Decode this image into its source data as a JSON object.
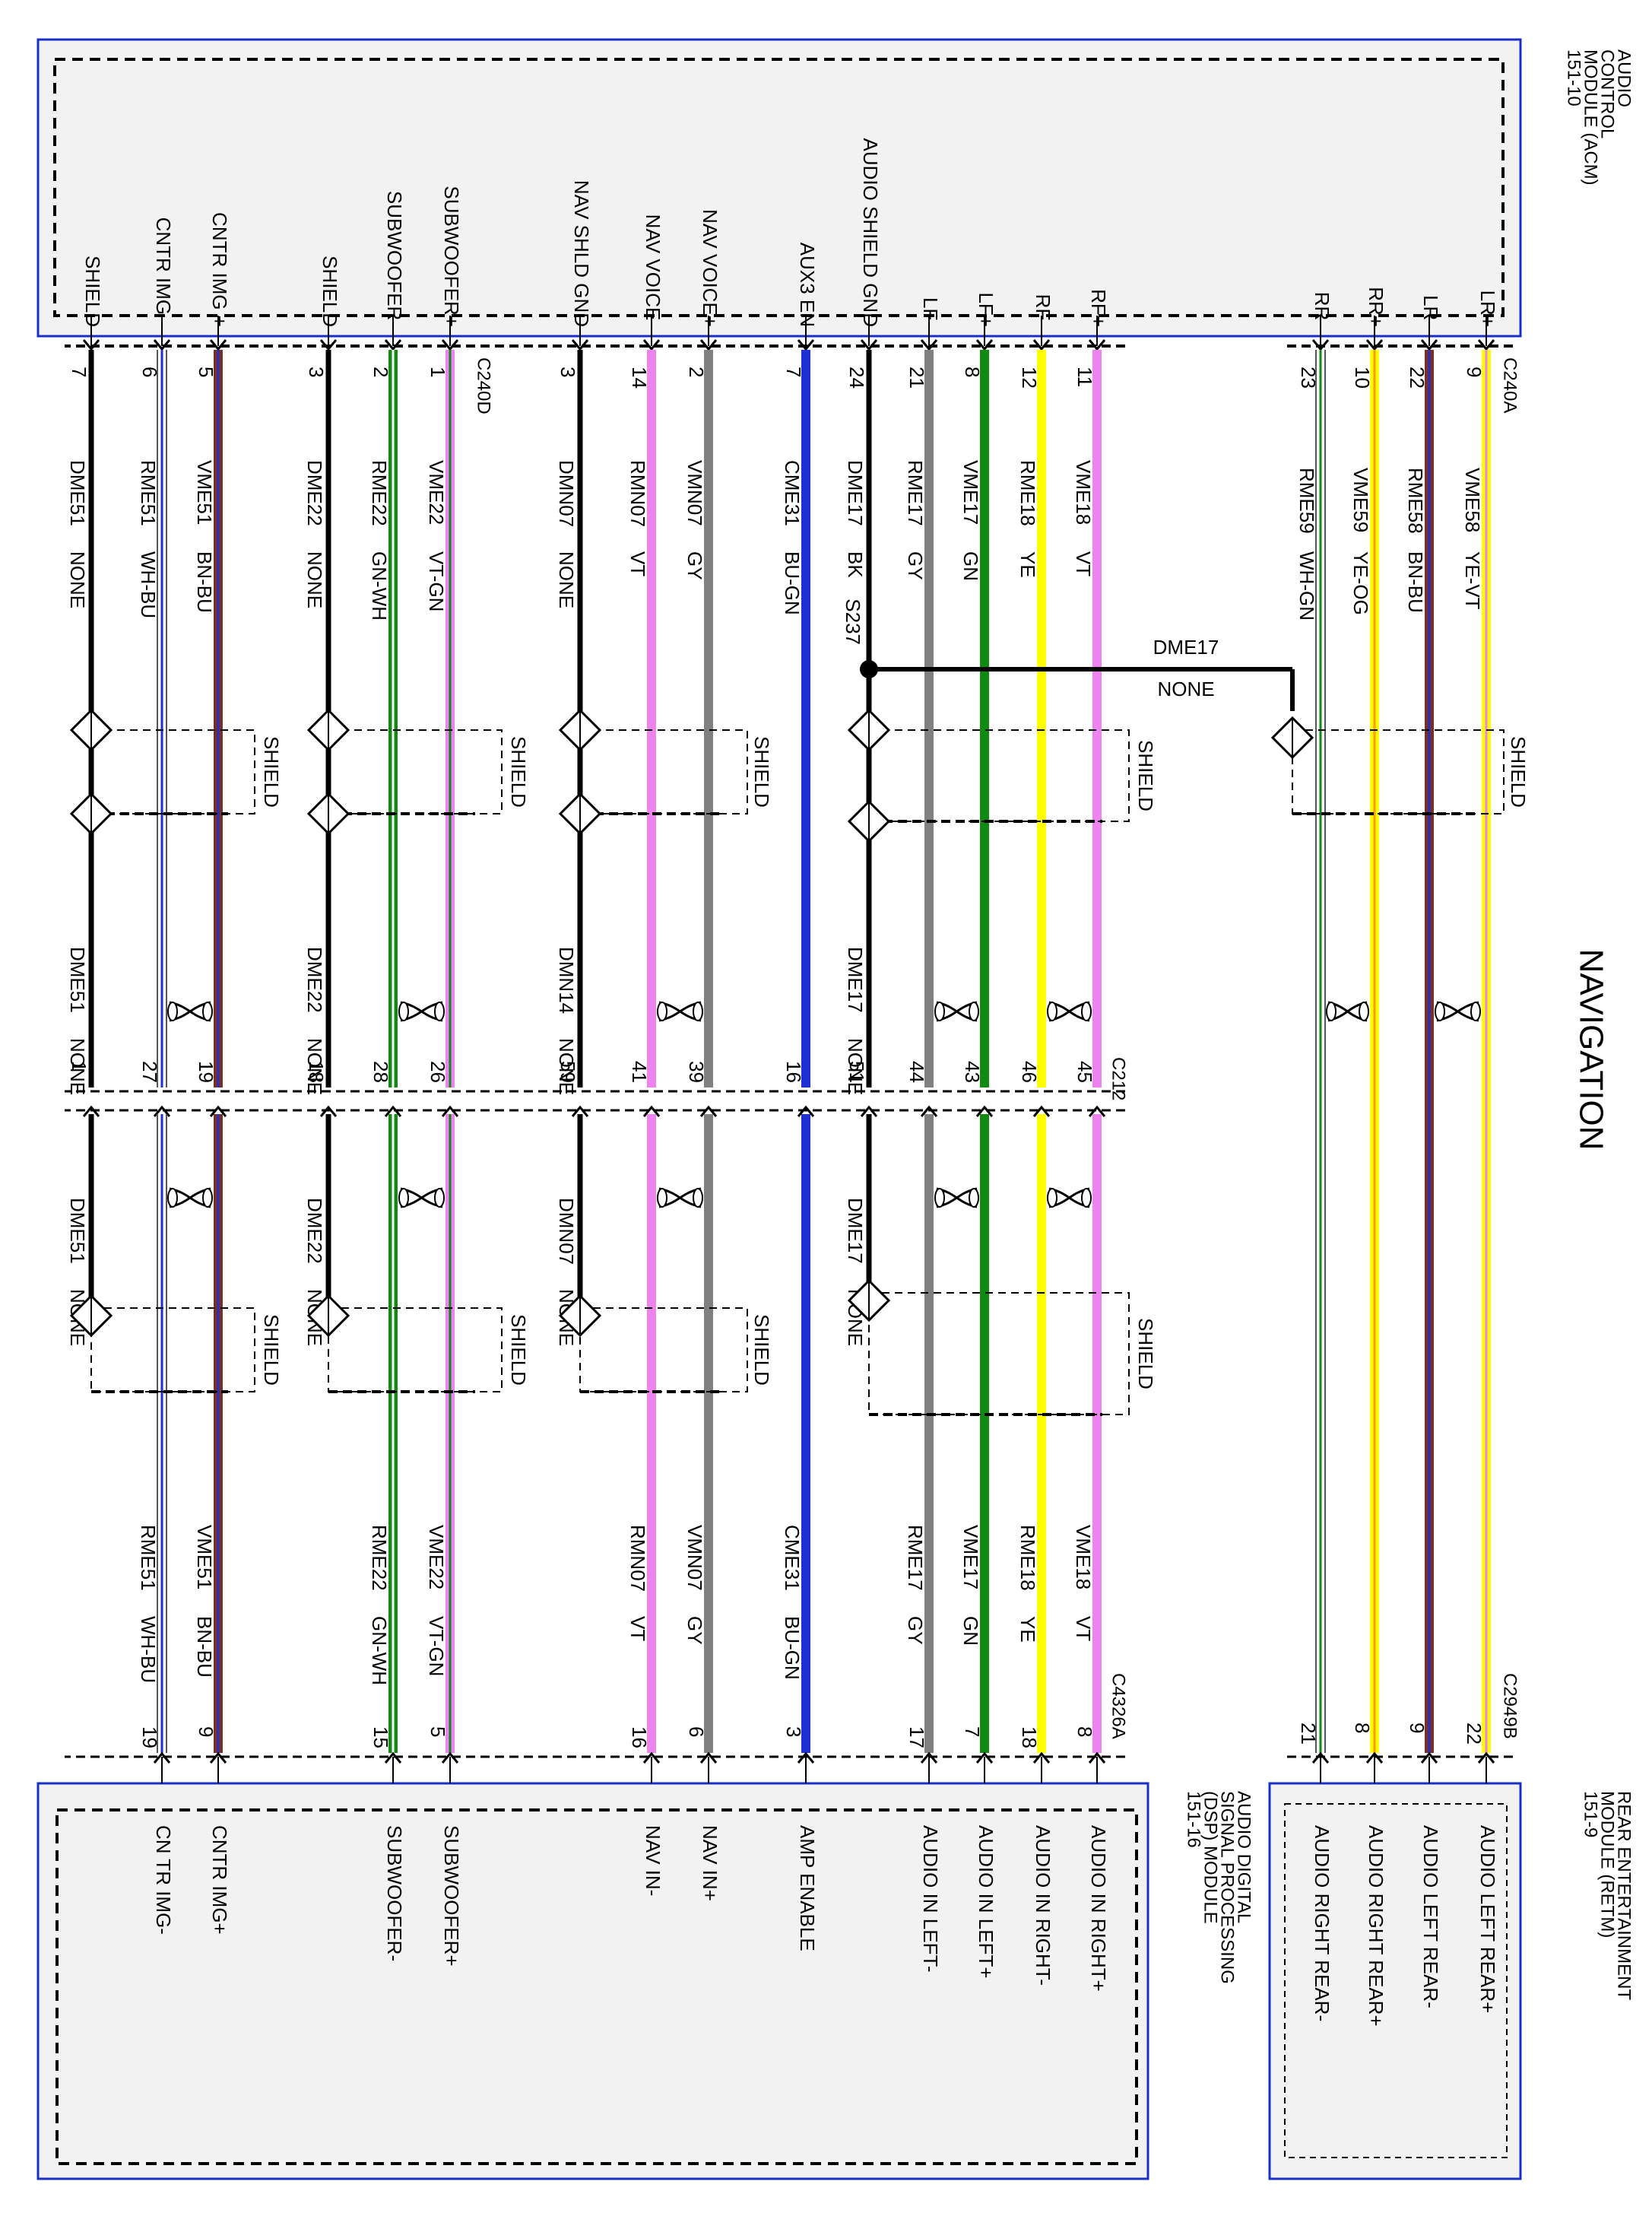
{
  "title": "NAVIGATION",
  "modules": {
    "acm": {
      "name": [
        "AUDIO",
        "CONTROL",
        "MODULE (ACM)",
        "151-10"
      ]
    },
    "dsp": {
      "name": [
        "AUDIO DIGITAL",
        "SIGNAL PROCESSING",
        "(DSP) MODULE",
        "151-16"
      ]
    },
    "retm": {
      "name": [
        "REAR ENTERTAINMENT",
        "MODULE (RETM)",
        "151-9"
      ]
    }
  },
  "connectors": {
    "c240a": "C240A",
    "c240d": "C240D",
    "c212": "C212",
    "c4326a": "C4326A",
    "c2949b": "C2949B",
    "splice": "S237"
  },
  "shield_word": "SHIELD",
  "jumper": {
    "circuit": "DME17",
    "color": "NONE"
  },
  "colors": {
    "VT": "#ee82ee",
    "GY": "#808080",
    "GN": "#118a11",
    "YE": "#ffff00",
    "BK": "#000000",
    "BU": "#1f2fd2",
    "BN": "#7a3020",
    "WH": "#ffffff",
    "OG": "#ff9900",
    "NONE": "#000000",
    "module_fill": "#f2f2f2",
    "module_border": "#1a2fc8"
  },
  "wires": [
    {
      "acm_pin": "LR+",
      "c1": "9",
      "circuit": "VME58",
      "color": "YE-VT",
      "base": "#ffff00",
      "stripe": "#ee82ee",
      "far_pin": "22",
      "far_label": "AUDIO LEFT REAR+"
    },
    {
      "acm_pin": "LR-",
      "c1": "22",
      "circuit": "RME58",
      "color": "BN-BU",
      "base": "#7a3020",
      "stripe": "#1f2fd2",
      "far_pin": "9",
      "far_label": "AUDIO LEFT REAR-"
    },
    {
      "acm_pin": "RR+",
      "c1": "10",
      "circuit": "VME59",
      "color": "YE-OG",
      "base": "#ffff00",
      "stripe": "#ff9900",
      "far_pin": "8",
      "far_label": "AUDIO RIGHT REAR+"
    },
    {
      "acm_pin": "RR-",
      "c1": "23",
      "circuit": "RME59",
      "color": "WH-GN",
      "base": "#ffffff",
      "stripe": "#118a11",
      "far_pin": "21",
      "far_label": "AUDIO RIGHT REAR-"
    },
    {
      "acm_pin": "RF+",
      "c1": "11",
      "circuit": "VME18",
      "color": "VT",
      "base": "#ee82ee",
      "mid": "45",
      "far_pin": "8",
      "far_label": "AUDIO IN RIGHT+"
    },
    {
      "acm_pin": "RF-",
      "c1": "12",
      "circuit": "RME18",
      "color": "YE",
      "base": "#ffff00",
      "mid": "46",
      "far_pin": "18",
      "far_label": "AUDIO IN RIGHT-"
    },
    {
      "acm_pin": "LF+",
      "c1": "8",
      "circuit": "VME17",
      "color": "GN",
      "base": "#118a11",
      "mid": "43",
      "far_pin": "7",
      "far_label": "AUDIO IN LEFT+"
    },
    {
      "acm_pin": "LF-",
      "c1": "21",
      "circuit": "RME17",
      "color": "GY",
      "base": "#808080",
      "mid": "44",
      "far_pin": "17",
      "far_label": "AUDIO IN LEFT-"
    },
    {
      "acm_pin": "AUDIO SHIELD GND",
      "c1": "24",
      "circuit": "DME17",
      "color": "BK",
      "base": "#000000",
      "circuit2": "DME17",
      "color2": "NONE",
      "mid": "51",
      "circuit3": "DME17",
      "color3": "NONE"
    },
    {
      "acm_pin": "AUX3 EN",
      "c1": "7",
      "circuit": "CME31",
      "color": "BU-GN",
      "base": "#1f2fd2",
      "mid": "16",
      "far_pin": "3",
      "far_label": "AMP ENABLE"
    },
    {
      "acm_pin": "NAV VOICE+",
      "c1": "2",
      "circuit": "VMN07",
      "color": "GY",
      "base": "#808080",
      "mid": "39",
      "far_pin": "6",
      "far_label": "NAV IN+"
    },
    {
      "acm_pin": "NAV VOICE-",
      "c1": "14",
      "circuit": "RMN07",
      "color": "VT",
      "base": "#ee82ee",
      "mid": "41",
      "far_pin": "16",
      "far_label": "NAV IN-"
    },
    {
      "acm_pin": "NAV SHLD GND",
      "c1": "3",
      "circuit": "DMN07",
      "color": "NONE",
      "base": "#000000",
      "circuit2": "DMN14",
      "color2": "NONE",
      "mid": "59",
      "circuit3": "DMN07",
      "color3": "NONE"
    },
    {
      "acm_pin": "SUBWOOFER+",
      "c1": "1",
      "circuit": "VME22",
      "color": "VT-GN",
      "base": "#ee82ee",
      "stripe": "#118a11",
      "mid": "26",
      "far_pin": "5",
      "far_label": "SUBWOOFER+"
    },
    {
      "acm_pin": "SUBWOOFER-",
      "c1": "2",
      "circuit": "RME22",
      "color": "GN-WH",
      "base": "#118a11",
      "stripe": "#ffffff",
      "mid": "28",
      "far_pin": "15",
      "far_label": "SUBWOOFER-"
    },
    {
      "acm_pin": "SHIELD",
      "c1": "3",
      "circuit": "DME22",
      "color": "NONE",
      "base": "#000000",
      "circuit2": "DME22",
      "color2": "NONE",
      "mid": "18",
      "circuit3": "DME22",
      "color3": "NONE"
    },
    {
      "acm_pin": "CNTR IMG +",
      "c1": "5",
      "circuit": "VME51",
      "color": "BN-BU",
      "base": "#7a3020",
      "stripe": "#1f2fd2",
      "mid": "19",
      "far_pin": "9",
      "far_label": "CNTR IMG+"
    },
    {
      "acm_pin": "CNTR IMG -",
      "c1": "6",
      "circuit": "RME51",
      "color": "WH-BU",
      "base": "#ffffff",
      "stripe": "#1f2fd2",
      "mid": "27",
      "far_pin": "19",
      "far_label": "CN TR IMG-"
    },
    {
      "acm_pin": "SHIELD",
      "c1": "7",
      "circuit": "DME51",
      "color": "NONE",
      "base": "#000000",
      "circuit2": "DME51",
      "color2": "NONE",
      "mid": "1",
      "circuit3": "DME51",
      "color3": "NONE"
    }
  ]
}
